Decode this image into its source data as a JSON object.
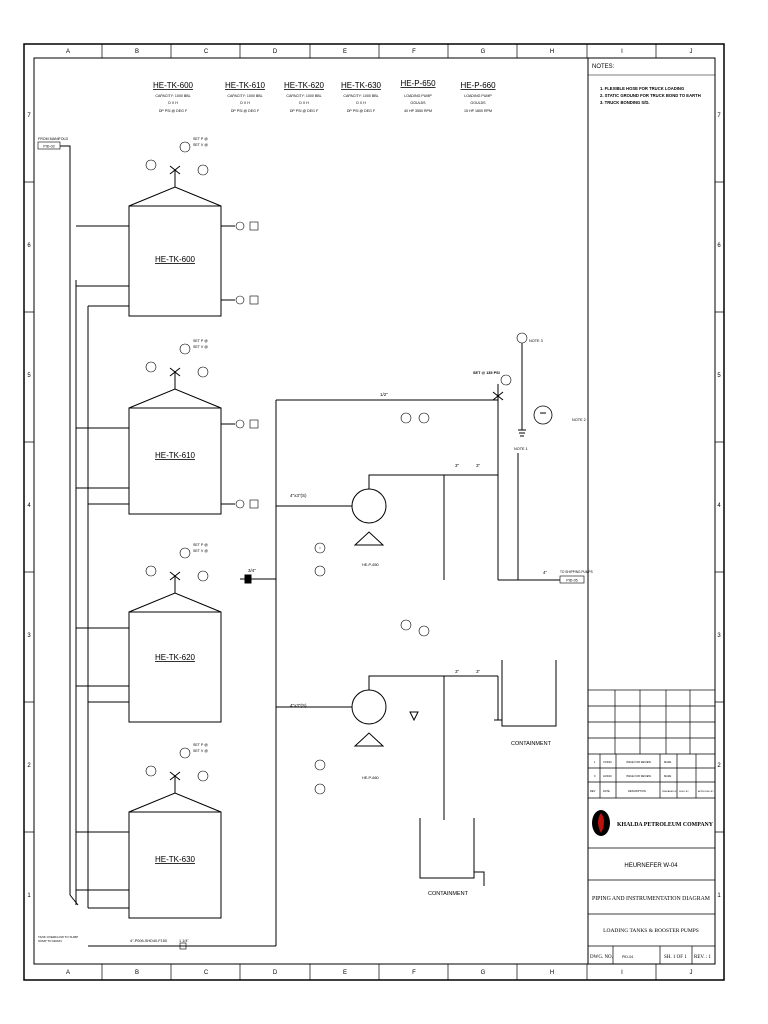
{
  "grid": {
    "columns": [
      "A",
      "B",
      "C",
      "D",
      "E",
      "F",
      "G",
      "H",
      "I",
      "J"
    ],
    "rows": [
      "7",
      "6",
      "5",
      "4",
      "3",
      "2",
      "1"
    ]
  },
  "equipment_header": [
    {
      "tag": "HE-TK-600",
      "l1": "CAPACITY: 1000 BBL",
      "l2": "D    X H",
      "l3": "DP    PSI @    DEG F"
    },
    {
      "tag": "HE-TK-610",
      "l1": "CAPACITY: 1000 BBL",
      "l2": "D    X H",
      "l3": "DP    PSI @    DEG F"
    },
    {
      "tag": "HE-TK-620",
      "l1": "CAPACITY: 1000 BBL",
      "l2": "D    X H",
      "l3": "DP    PSI @    DEG F"
    },
    {
      "tag": "HE-TK-630",
      "l1": "CAPACITY: 1000 BBL",
      "l2": "D    X H",
      "l3": "DP    PSI @    DEG F"
    },
    {
      "tag": "HE-P-650",
      "l1": "LOADING PUMP",
      "l2": "GOULDS",
      "l3": "40 HP  3550 RPM"
    },
    {
      "tag": "HE-P-660",
      "l1": "LOADING PUMP",
      "l2": "GOULDS",
      "l3": "15 HP  1800 RPM"
    }
  ],
  "notes": {
    "title": "NOTES:",
    "items": [
      "1.   FLEXIBLE HOSE FOR TRUCK LOADING",
      "2.   STATIC GROUND FOR TRUCK BOND TO EARTH",
      "3.   TRUCK BONDING S/D."
    ]
  },
  "tanks": [
    {
      "tag": "HE-TK-600",
      "set_p": "SET P @",
      "set_v": "SET V @"
    },
    {
      "tag": "HE-TK-610",
      "set_p": "SET P @",
      "set_v": "SET V @"
    },
    {
      "tag": "HE-TK-620",
      "set_p": "SET P @",
      "set_v": "SET V @"
    },
    {
      "tag": "HE-TK-630",
      "set_p": "SET P @",
      "set_v": "SET V @"
    }
  ],
  "labels": {
    "from_manifold": "FROM MANIFOLD",
    "from_ref": "PID-03",
    "set_psi": "SET @ 135 PSI",
    "line_1_2": "1/2\"",
    "note1": "NOTE 1",
    "note2": "NOTE 2",
    "note3": "NOTE 3",
    "to_shipping": "TO SHIPPING PUMPS",
    "to_ref": "PID-05",
    "size_3_4": "3/4\"",
    "size_4x3_a": "4\"x3\"(S)",
    "size_4x3_b": "4\"x3\"(S)",
    "size_3_a": "3\"",
    "size_3_b": "3\"",
    "size_3_c": "3\"",
    "size_3_d": "3\"",
    "size_4": "4\"",
    "pump_a": "HE-P-650",
    "pump_b": "HE-P-660",
    "containment_a": "CONTAINMENT",
    "containment_b": "CONTAINMENT",
    "header_line": "4\"-P006-SHD40-F150",
    "size_1_1_4": "1 1/4\"",
    "tank_overflow": "TANK OVERFLOW TO SUMP",
    "tank_overflow2": "SUMP TO DRAIN"
  },
  "title_block": {
    "revisions": [
      {
        "rev": "1",
        "date": "7/23/20",
        "desc": "ISSUE FOR REVIEW",
        "by": "MAZE"
      },
      {
        "rev": "0",
        "date": "4/23/20",
        "desc": "ISSUE FOR REVIEW",
        "by": "MAZE"
      }
    ],
    "rev_headers": [
      "REV",
      "DATE",
      "DESCRIPTION",
      "PREPARED BY",
      "SUBJ. BY",
      "APPROVED BY"
    ],
    "company": "KHALDA PETROLEUM COMPANY",
    "facility": "HEURNEFER W-04",
    "doc_type": "PIPING AND INSTRUMENTATION DIAGRAM",
    "drawing_title": "LOADING TANKS & BOOSTER PUMPS",
    "dwg_label": "DWG. NO.",
    "dwg_no": "PID-04",
    "sheet": "SH. 1 OF 1",
    "rev": "REV. : 1"
  }
}
